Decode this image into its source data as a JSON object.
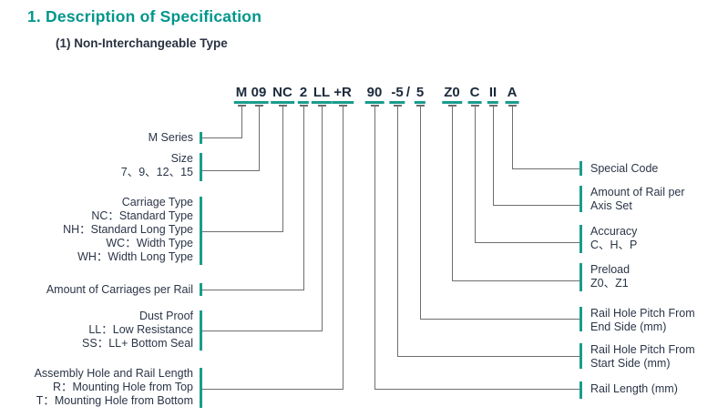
{
  "header": {
    "title": "1. Description of Specification",
    "subtitle": "(1) Non-Interchangeable Type"
  },
  "colors": {
    "accent_teal": "#00968B",
    "underline_teal": "#199C8D",
    "code_text": "#1B2A3B",
    "label_text": "#2B3547",
    "connector_gray": "#6E6E6E"
  },
  "code_segments": [
    "M",
    "09",
    "NC",
    "2",
    "LL",
    "+R",
    "90",
    "-5",
    "/",
    "5",
    "Z0",
    "C",
    "II",
    "A"
  ],
  "left_labels": [
    {
      "name": "m-series",
      "lines": [
        "M Series"
      ]
    },
    {
      "name": "size",
      "lines": [
        "Size",
        "7、9、12、15"
      ]
    },
    {
      "name": "carriage-type",
      "lines": [
        "Carriage Type",
        "NC：Standard Type",
        "NH：Standard Long Type",
        "WC：Width Type",
        "WH：Width Long Type"
      ]
    },
    {
      "name": "carriages-per-rail",
      "lines": [
        "Amount of Carriages per Rail"
      ]
    },
    {
      "name": "dust-proof",
      "lines": [
        "Dust Proof",
        "LL：Low Resistance",
        "SS：LL+ Bottom Seal"
      ]
    },
    {
      "name": "assembly-hole",
      "lines": [
        "Assembly Hole and Rail Length",
        "R：Mounting Hole from Top",
        "T：Mounting Hole from Bottom"
      ]
    }
  ],
  "right_labels": [
    {
      "name": "special-code",
      "lines": [
        "Special Code"
      ]
    },
    {
      "name": "rail-per-axis-set",
      "lines": [
        "Amount of Rail per",
        "Axis Set"
      ]
    },
    {
      "name": "accuracy",
      "lines": [
        "Accuracy",
        "C、H、P"
      ]
    },
    {
      "name": "preload",
      "lines": [
        "Preload",
        "Z0、Z1"
      ]
    },
    {
      "name": "hole-pitch-end",
      "lines": [
        "Rail Hole Pitch From",
        "End Side (mm)"
      ]
    },
    {
      "name": "hole-pitch-start",
      "lines": [
        "Rail Hole Pitch From",
        "Start Side (mm)"
      ]
    },
    {
      "name": "rail-length",
      "lines": [
        "Rail Length (mm)"
      ]
    }
  ]
}
